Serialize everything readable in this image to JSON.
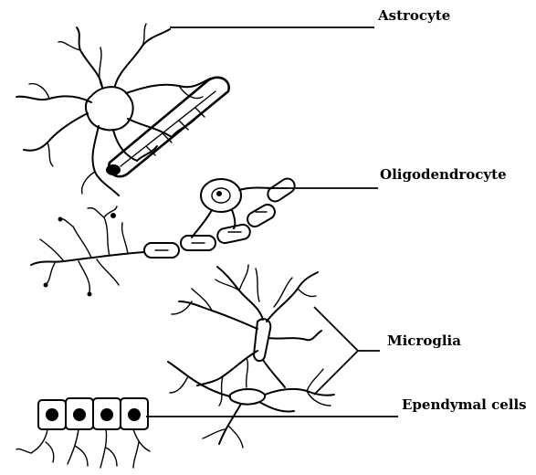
{
  "labels": {
    "astrocyte": "Astrocyte",
    "oligodendrocyte": "Oligodendrocyte",
    "microglia": "Microglia",
    "ependymal": "Ependymal cells"
  },
  "colors": {
    "ink": "#000000",
    "background": "#ffffff"
  }
}
